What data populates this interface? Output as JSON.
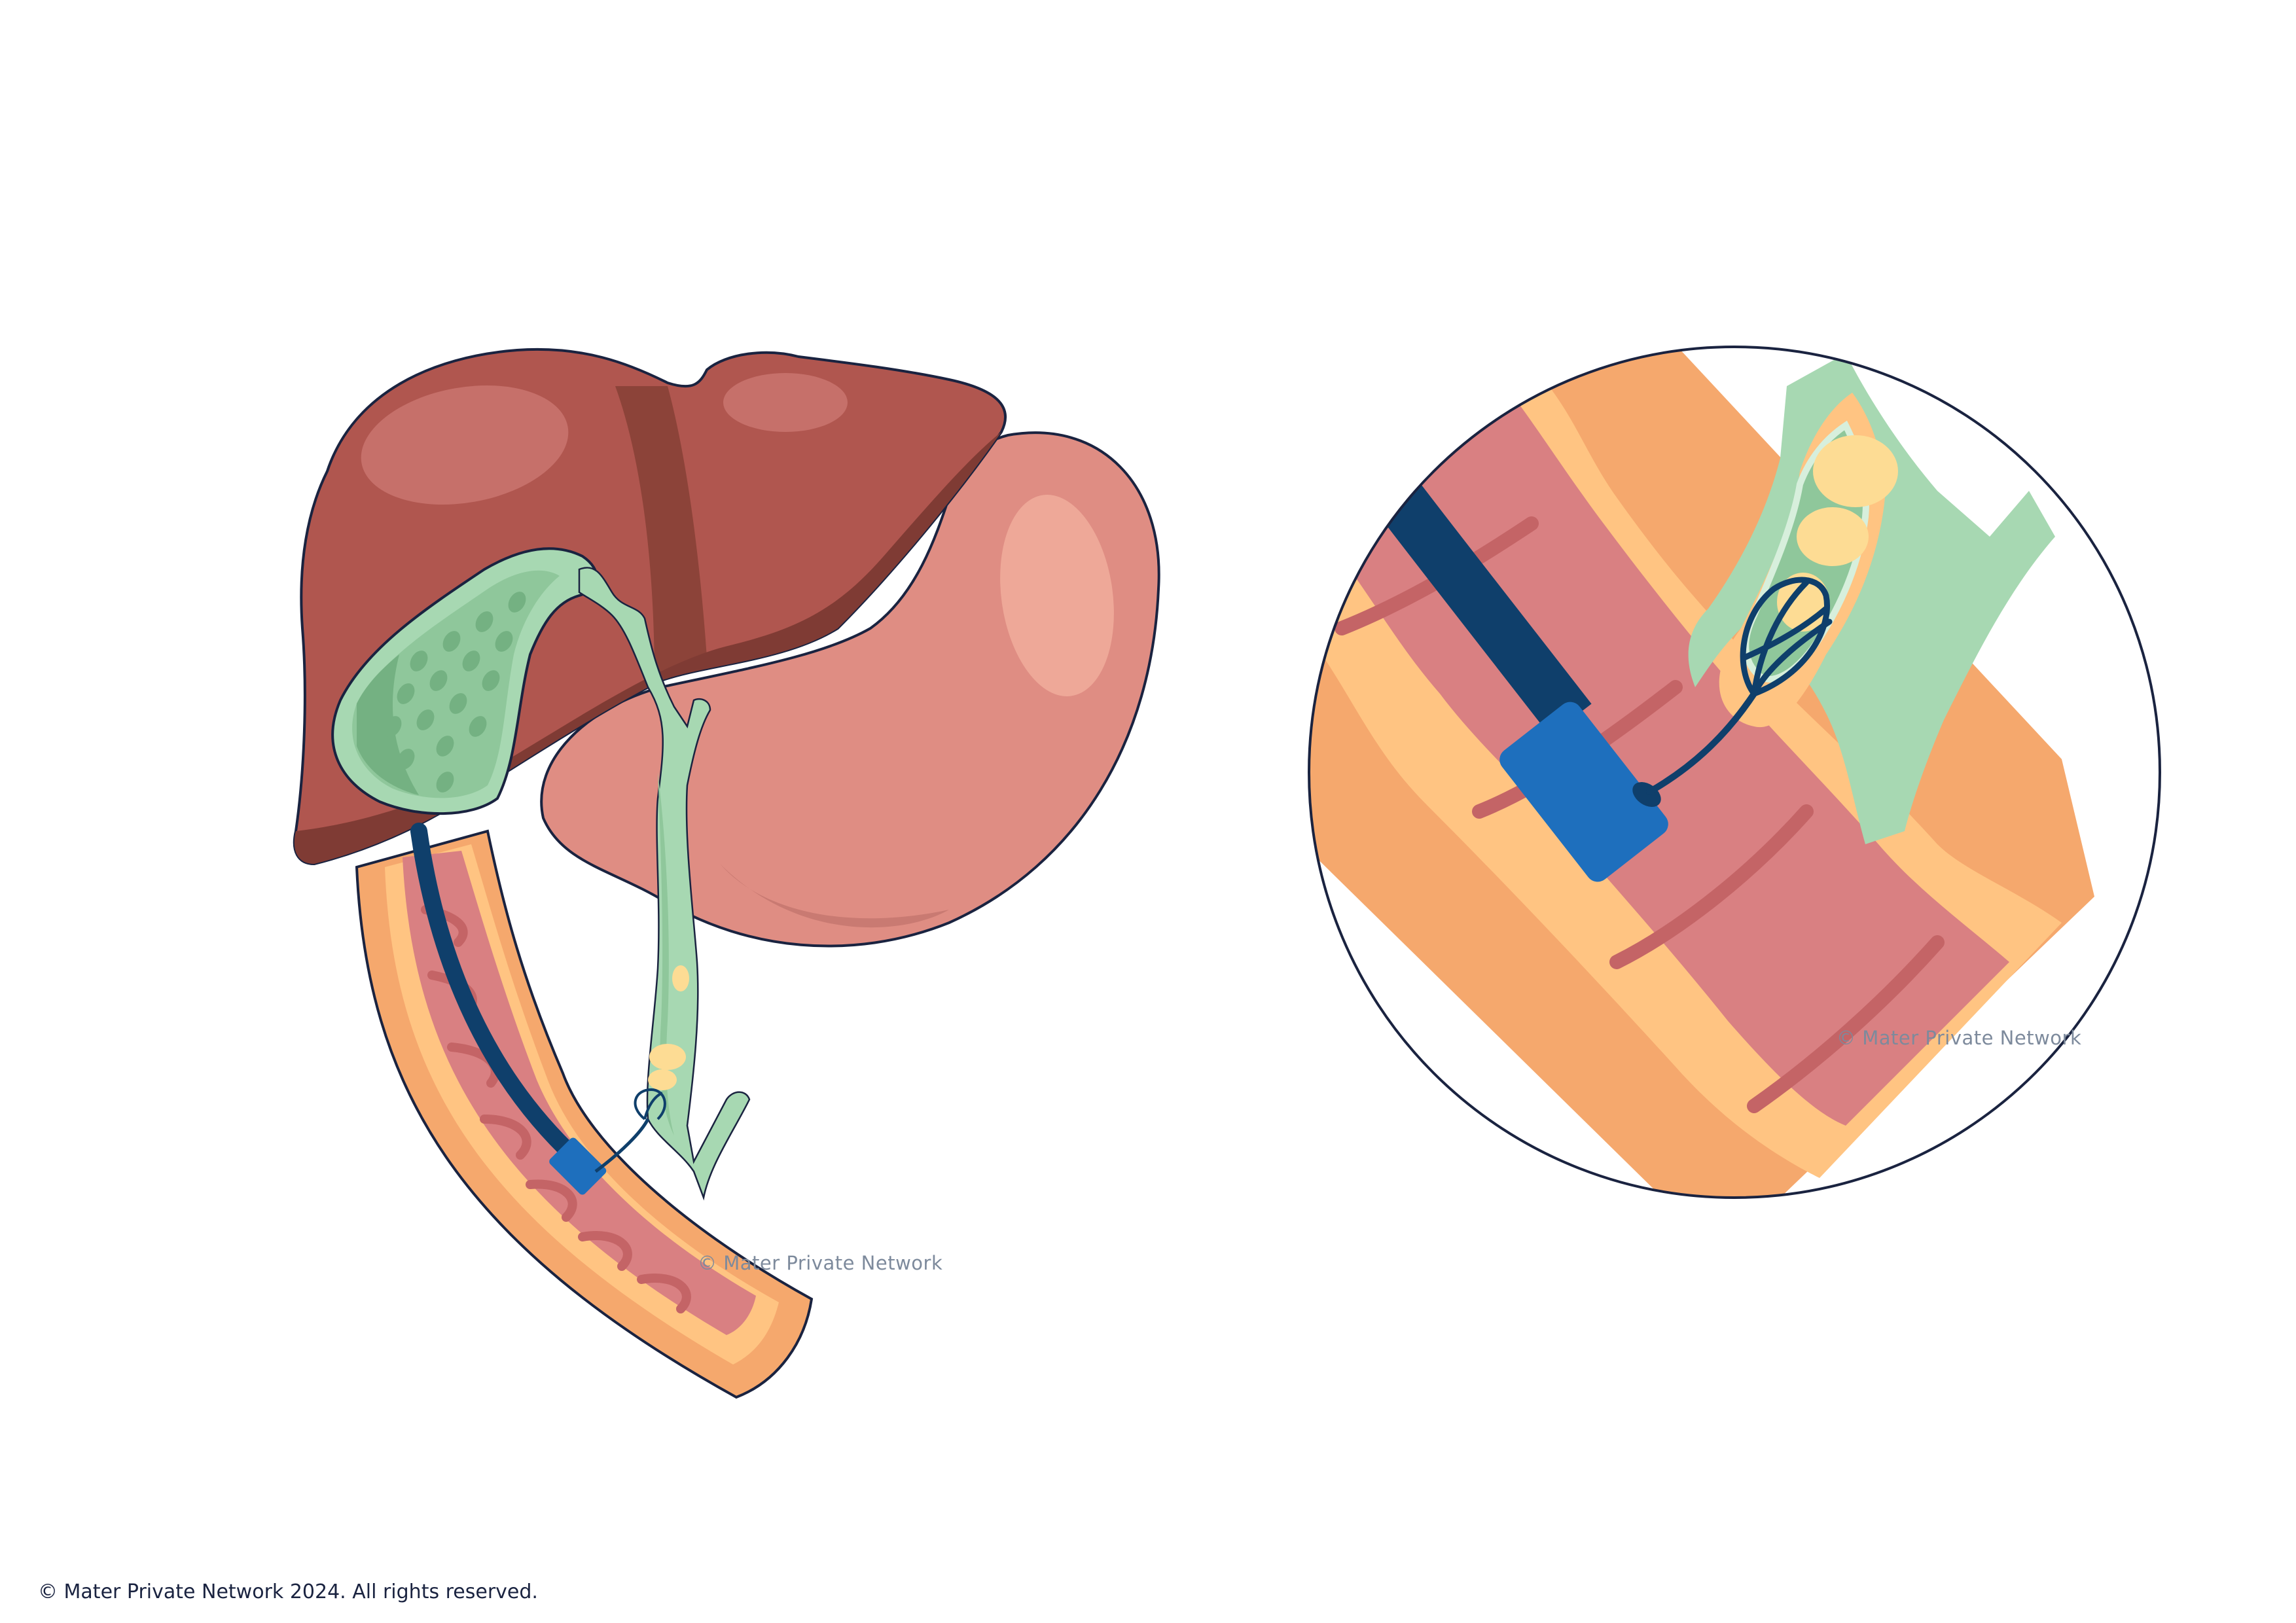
{
  "watermarks": {
    "overview": "© Mater Private Network",
    "inset": "© Mater Private Network"
  },
  "footer": {
    "copyright": "© Mater Private Network 2024. All rights reserved."
  },
  "colors": {
    "liver": "#b0564f",
    "liver_dark": "#7f3b34",
    "liver_highlight": "#c6706a",
    "stomach": "#df8d83",
    "stomach_highlight": "#eea898",
    "gallbladder": "#8fc79b",
    "bile_duct": "#a7d8b2",
    "duodenum_wall": "#f5a86d",
    "duodenum_fat": "#ffc482",
    "mucosa": "#d98082",
    "mucosa_fold": "#c46466",
    "stone": "#fddc94",
    "endoscope": "#0f3f6b",
    "endoscope_tip": "#1e6fbd",
    "outline": "#1a2340",
    "watermark": "#7d8a9c"
  },
  "icons": {
    "overview": "liver-gallbladder-duodenum-illustration",
    "inset": "magnified-ampulla-illustration",
    "instrument": "basket-retrieval-icon"
  }
}
